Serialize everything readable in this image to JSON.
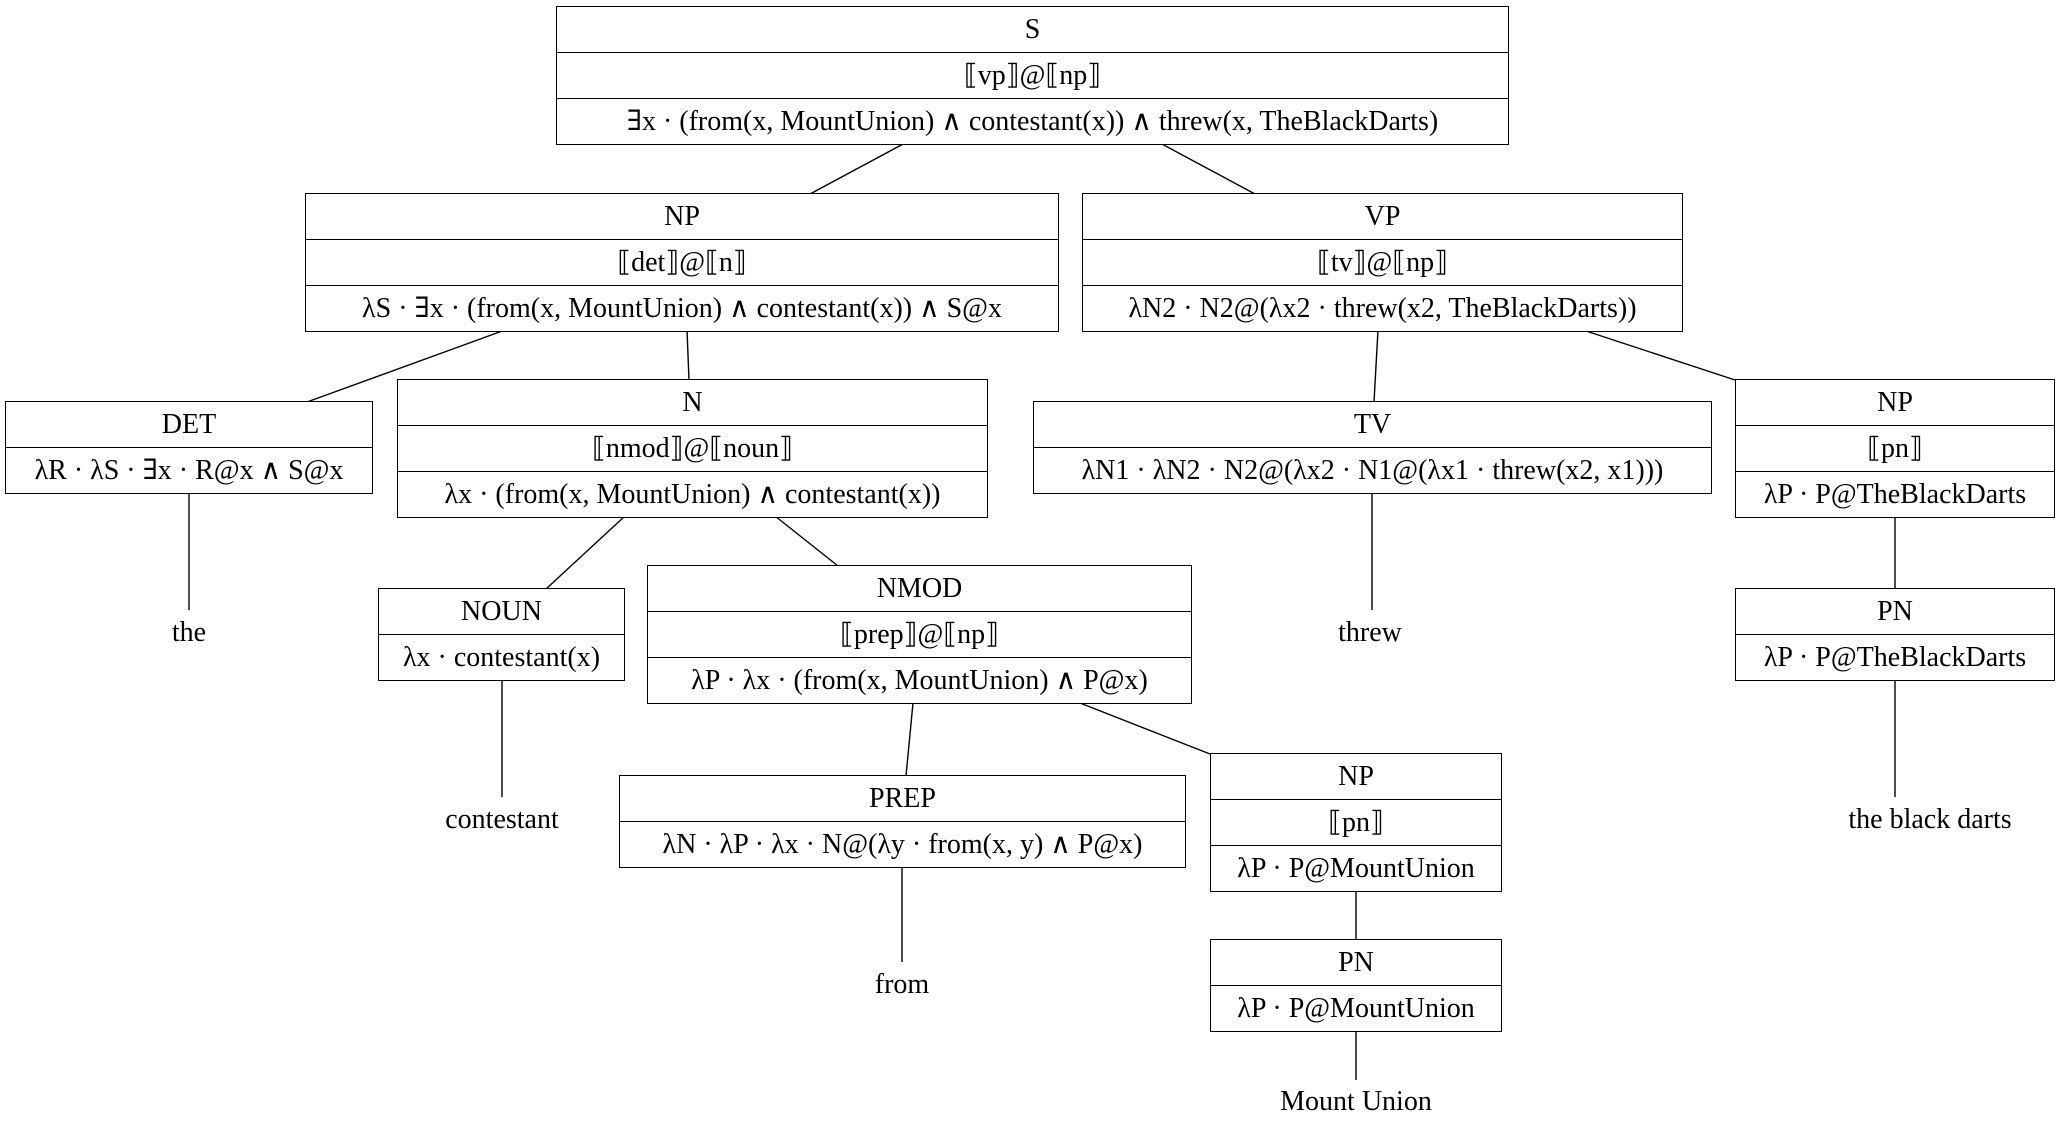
{
  "nodes": {
    "s": {
      "label": "S",
      "rule": "⟦vp⟧@⟦np⟧",
      "sem": "∃x · (from(x, MountUnion) ∧ contestant(x)) ∧ threw(x, TheBlackDarts)"
    },
    "np_subj": {
      "label": "NP",
      "rule": "⟦det⟧@⟦n⟧",
      "sem": "λS · ∃x · (from(x, MountUnion) ∧ contestant(x)) ∧ S@x"
    },
    "vp": {
      "label": "VP",
      "rule": "⟦tv⟧@⟦np⟧",
      "sem": "λN2 · N2@(λx2 · threw(x2, TheBlackDarts))"
    },
    "det": {
      "label": "DET",
      "sem": "λR · λS · ∃x · R@x ∧ S@x"
    },
    "n": {
      "label": "N",
      "rule": "⟦nmod⟧@⟦noun⟧",
      "sem": "λx · (from(x, MountUnion) ∧ contestant(x))"
    },
    "tv": {
      "label": "TV",
      "sem": "λN1 · λN2 · N2@(λx2 · N1@(λx1 · threw(x2, x1)))"
    },
    "np_obj": {
      "label": "NP",
      "rule": "⟦pn⟧",
      "sem": "λP · P@TheBlackDarts"
    },
    "noun": {
      "label": "NOUN",
      "sem": "λx · contestant(x)"
    },
    "nmod": {
      "label": "NMOD",
      "rule": "⟦prep⟧@⟦np⟧",
      "sem": "λP · λx · (from(x, MountUnion) ∧ P@x)"
    },
    "pn_obj": {
      "label": "PN",
      "sem": "λP · P@TheBlackDarts"
    },
    "prep": {
      "label": "PREP",
      "sem": "λN · λP · λx · N@(λy · from(x, y) ∧ P@x)"
    },
    "np_mu": {
      "label": "NP",
      "rule": "⟦pn⟧",
      "sem": "λP · P@MountUnion"
    },
    "pn_mu": {
      "label": "PN",
      "sem": "λP · P@MountUnion"
    }
  },
  "leaves": {
    "the": "the",
    "threw": "threw",
    "contestant": "contestant",
    "the_black_darts": "the black darts",
    "from": "from",
    "mount_union": "Mount Union"
  }
}
